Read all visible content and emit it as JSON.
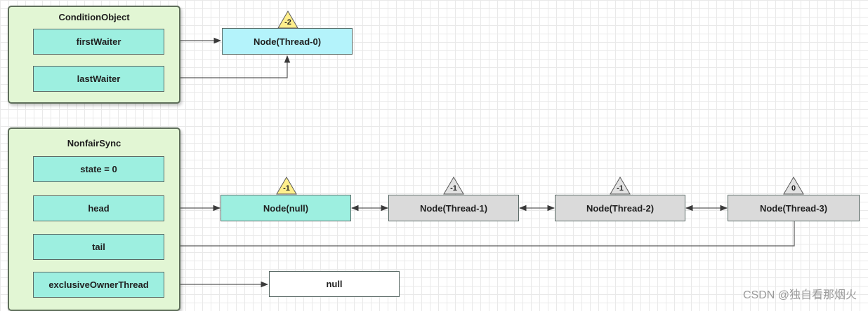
{
  "condition_object": {
    "title": "ConditionObject",
    "fields": {
      "first_waiter": "firstWaiter",
      "last_waiter": "lastWaiter"
    },
    "waiter_node": {
      "label": "Node(Thread-0)",
      "status": "-2",
      "color": "#b4f3fb"
    }
  },
  "nonfair_sync": {
    "title": "NonfairSync",
    "fields": {
      "state": "state = 0",
      "head": "head",
      "tail": "tail",
      "exclusive_owner_thread": "exclusiveOwnerThread"
    }
  },
  "queue": [
    {
      "label": "Node(null)",
      "status": "-1",
      "status_color": "#ffef8c",
      "color": "#9defe0"
    },
    {
      "label": "Node(Thread-1)",
      "status": "-1",
      "status_color": "#e2e2e2",
      "color": "#dadada"
    },
    {
      "label": "Node(Thread-2)",
      "status": "-1",
      "status_color": "#e2e2e2",
      "color": "#dadada"
    },
    {
      "label": "Node(Thread-3)",
      "status": "0",
      "status_color": "#e2e2e2",
      "color": "#dadada"
    }
  ],
  "owner_value": "null",
  "watermark": "CSDN @独自看那烟火"
}
